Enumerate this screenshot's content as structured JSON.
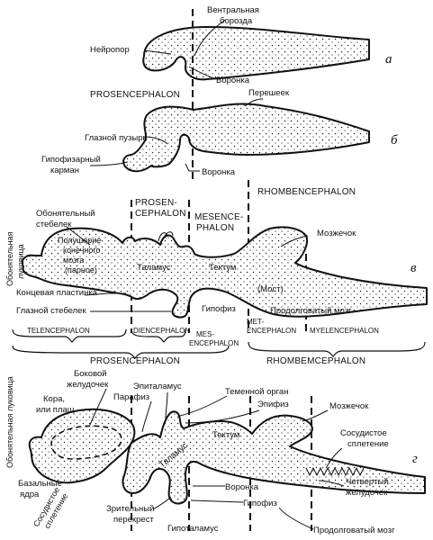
{
  "panel_a": {
    "letter": "а",
    "labels": {
      "ventral_groove_1": "Вентральная",
      "ventral_groove_2": "борозда",
      "neuropore": "Нейропор",
      "infundibulum": "Воронка"
    }
  },
  "panel_b": {
    "letter": "б",
    "section_title": "PROSENCEPHALON",
    "labels": {
      "isthmus": "Перешеек",
      "optic_vesicle": "Глазной пузырь",
      "hypophyseal_pouch_1": "Гипофизарный",
      "hypophyseal_pouch_2": "карман",
      "infundibulum": "Воронка"
    }
  },
  "panel_c": {
    "letter": "в",
    "header": {
      "rhombencephalon": "RHOMBENCEPHALON",
      "prosen_1": "PROSEN-",
      "prosen_2": "CEPHALON",
      "mesence_1": "MESENCE-",
      "mesence_2": "PHALON"
    },
    "labels": {
      "olfactory_bulb_1": "Обонятельная",
      "olfactory_bulb_2": "луковица",
      "olfactory_stalk_1": "Обонятельный",
      "olfactory_stalk_2": "стебелек",
      "hemisphere_1": "Полушарие",
      "hemisphere_2": "конечного",
      "hemisphere_3": "мозга",
      "hemisphere_4": "(парное)",
      "thalamus": "Таламус",
      "tectum": "Тектум",
      "cerebellum": "Мозжечок",
      "pons": "(Мост)",
      "terminal_plate": "Концевая пластинка",
      "optic_stalk": "Глазной стебелек",
      "hypophysis": "Гипофиз",
      "medulla": "Продолговатый мозг"
    },
    "footer": {
      "telencephalon": "TELENCEPHALON",
      "diencephalon": "DIENCEPHALON",
      "met_1": "MET-",
      "met_2": "ENCEPHALON",
      "myelencephalon": "MYELENCEPHALON",
      "mes_1": "MES-",
      "mes_2": "ENCEPHALON",
      "prosencephalon": "PROSENCEPHALON",
      "rhombencephalon": "RHOMBEMCEPHALON"
    }
  },
  "panel_d": {
    "letter": "г",
    "labels": {
      "olfactory_bulb": "Обонятельная луковица",
      "lateral_ventricle_1": "Боковой",
      "lateral_ventricle_2": "желудочек",
      "cortex_1": "Кора,",
      "cortex_2": "или плащ",
      "paraphysis": "Парафиз",
      "epithalamus": "Эпиталамус",
      "parietal_organ": "Теменной орган",
      "epiphysis": "Эпифиз",
      "cerebellum": "Мозжечок",
      "tectum": "Тектум",
      "thalamus": "Таламус",
      "choroid_1": "Сосудистое",
      "choroid_2": "сплетение",
      "fourth_ventricle_1": "Четвертый",
      "fourth_ventricle_2": "желудочек",
      "basal_nuclei_1": "Базальные",
      "basal_nuclei_2": "ядра",
      "vascular_plexus_1": "Сосудистое",
      "vascular_plexus_2": "сплетение",
      "infundibulum": "Воронка",
      "optic_chiasm_1": "Зрительный",
      "optic_chiasm_2": "перекрест",
      "hypophysis": "Гипофиз",
      "hypothalamus": "Гипоталамус",
      "medulla": "Продолговатый мозг"
    }
  }
}
